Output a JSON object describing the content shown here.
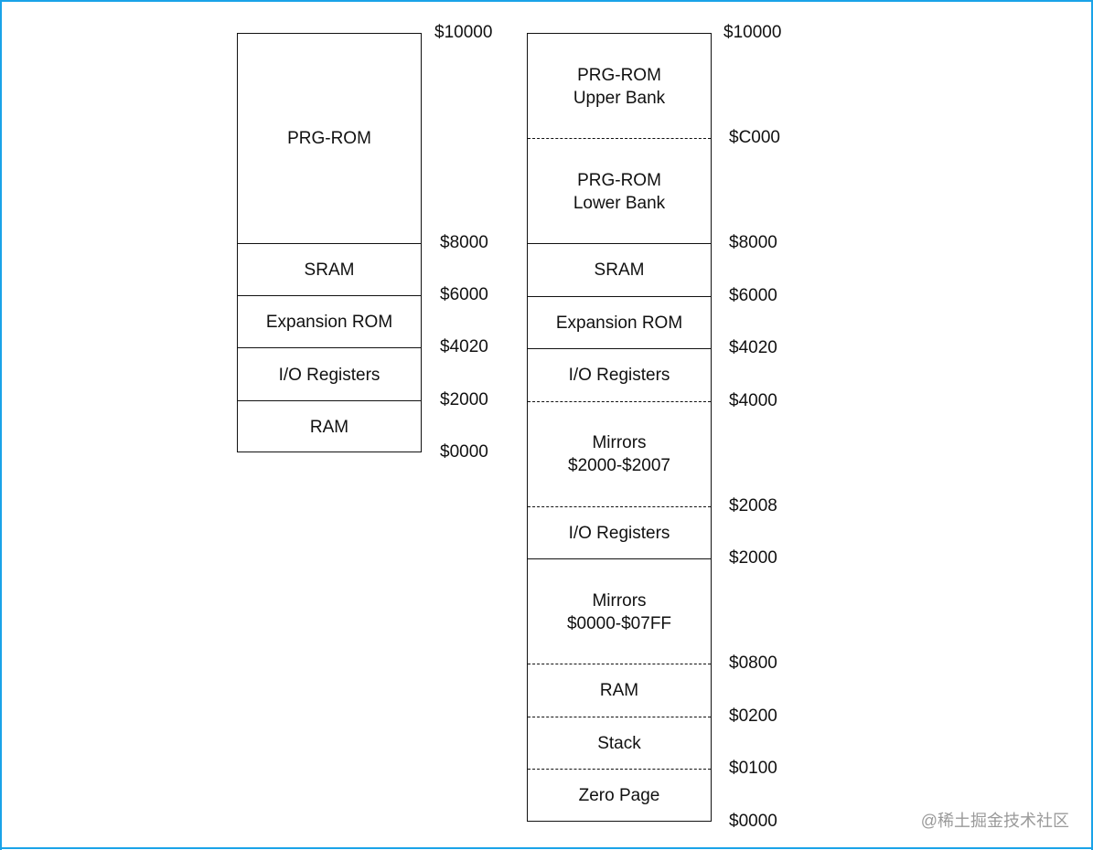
{
  "diagram": {
    "columns": [
      {
        "name": "simple",
        "regions": [
          {
            "label": "PRG-ROM",
            "start": 8,
            "end": 16
          },
          {
            "label": "SRAM",
            "start": 6,
            "end": 8
          },
          {
            "label": "Expansion ROM",
            "start": 4,
            "end": 6
          },
          {
            "label": "I/O Registers",
            "start": 2,
            "end": 4
          },
          {
            "label": "RAM",
            "start": 0,
            "end": 2
          }
        ],
        "boundaries": [
          {
            "at": 16,
            "label": "$10000",
            "style": "none"
          },
          {
            "at": 8,
            "label": "$8000",
            "style": "solid"
          },
          {
            "at": 6,
            "label": "$6000",
            "style": "solid"
          },
          {
            "at": 4,
            "label": "$4020",
            "style": "solid"
          },
          {
            "at": 2,
            "label": "$2000",
            "style": "solid"
          },
          {
            "at": 0,
            "label": "$0000",
            "style": "none"
          }
        ]
      },
      {
        "name": "detailed",
        "regions": [
          {
            "label": "PRG-ROM\nUpper Bank",
            "start": 12,
            "end": 16
          },
          {
            "label": "PRG-ROM\nLower Bank",
            "start": 8,
            "end": 12
          },
          {
            "label": "SRAM",
            "start": 6,
            "end": 8
          },
          {
            "label": "Expansion ROM",
            "start": 4,
            "end": 6
          },
          {
            "label": "I/O Registers",
            "start": 2,
            "end": 4
          },
          {
            "label": "Mirrors\n$2000-$2007",
            "start": -2,
            "end": 2
          },
          {
            "label": "I/O Registers",
            "start": -4,
            "end": -2
          },
          {
            "label": "Mirrors\n$0000-$07FF",
            "start": -8,
            "end": -4
          },
          {
            "label": "RAM",
            "start": -10,
            "end": -8
          },
          {
            "label": "Stack",
            "start": -12,
            "end": -10
          },
          {
            "label": "Zero Page",
            "start": -14,
            "end": -12
          }
        ],
        "boundaries": [
          {
            "at": 16,
            "label": "$10000",
            "style": "none"
          },
          {
            "at": 12,
            "label": "$C000",
            "style": "dashed"
          },
          {
            "at": 8,
            "label": "$8000",
            "style": "solid"
          },
          {
            "at": 6,
            "label": "$6000",
            "style": "solid"
          },
          {
            "at": 4,
            "label": "$4020",
            "style": "solid"
          },
          {
            "at": 2,
            "label": "$4000",
            "style": "dashed"
          },
          {
            "at": -2,
            "label": "$2008",
            "style": "dashed"
          },
          {
            "at": -4,
            "label": "$2000",
            "style": "solid"
          },
          {
            "at": -8,
            "label": "$0800",
            "style": "dashed"
          },
          {
            "at": -10,
            "label": "$0200",
            "style": "dashed"
          },
          {
            "at": -12,
            "label": "$0100",
            "style": "dashed"
          },
          {
            "at": -14,
            "label": "$0000",
            "style": "none"
          }
        ]
      }
    ]
  },
  "watermark": "@稀土掘金技术社区",
  "colors": {
    "frame": "#1aa3e8",
    "line": "#111111",
    "watermark": "#9a9a9a"
  }
}
